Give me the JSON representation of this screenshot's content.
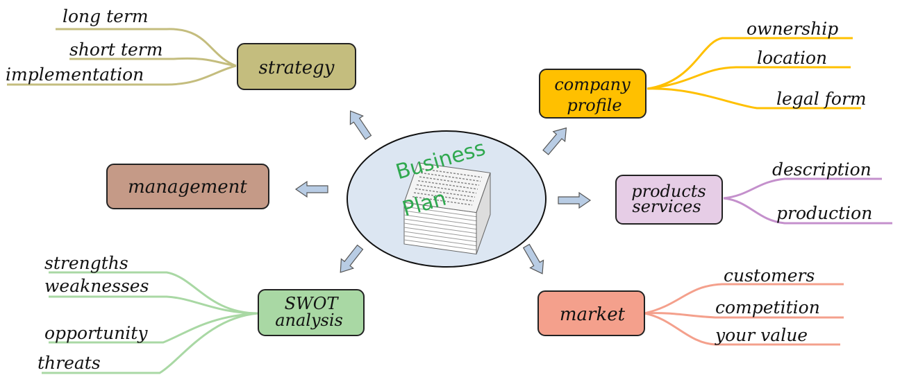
{
  "center": {
    "title_line1": "Business",
    "title_line2": "Plan",
    "title_color": "#2fa84f",
    "fill": "#dce6f2"
  },
  "nodes": {
    "strategy": {
      "label": "strategy",
      "fill": "#c4bd7e",
      "branch_color": "#c4bd7e",
      "leaves": [
        "long term",
        "short term",
        "implementation"
      ]
    },
    "company_profile": {
      "label_line1": "company",
      "label_line2": "profile",
      "fill": "#ffc000",
      "branch_color": "#ffc000",
      "leaves": [
        "ownership",
        "location",
        "legal form"
      ]
    },
    "management": {
      "label": "management",
      "fill": "#c59a87"
    },
    "products_services": {
      "label_line1": "products",
      "label_line2": "services",
      "fill": "#e6cde6",
      "branch_color": "#c490cc",
      "leaves": [
        "description",
        "production"
      ]
    },
    "swot": {
      "label_line1": "SWOT",
      "label_line2": "analysis",
      "fill": "#a9d8a4",
      "branch_color": "#a9d8a4",
      "leaves": [
        "strengths",
        "weaknesses",
        "opportunity",
        "threats"
      ]
    },
    "market": {
      "label": "market",
      "fill": "#f4a08c",
      "branch_color": "#f4a08c",
      "leaves": [
        "customers",
        "competition",
        "your value"
      ]
    }
  },
  "arrow_fill": "#b8cce4"
}
